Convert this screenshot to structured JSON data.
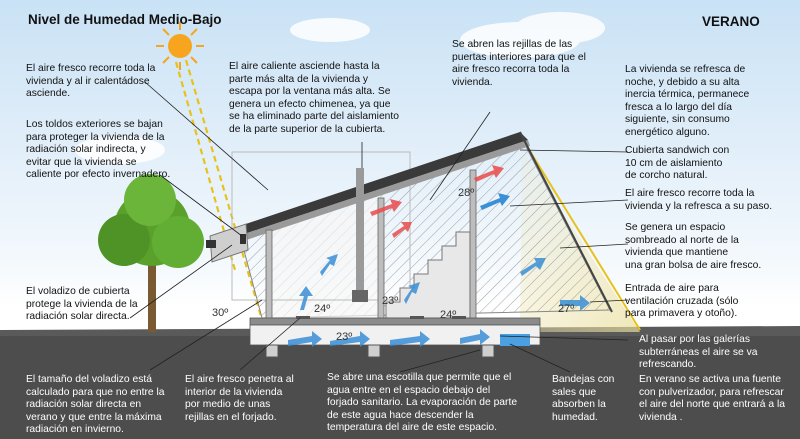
{
  "title": "Nivel de Humedad Medio-Bajo",
  "season": "VERANO",
  "temperatures": {
    "roof_peak": "28º",
    "outside_left": "30º",
    "living_left": "24º",
    "center": "23º",
    "floor_void": "23º",
    "living_right": "24º",
    "outside_right": "27º"
  },
  "notes": {
    "fresh_air_rises": "El aire fresco recorre toda la\nvivienda y al ir calentádose\nasciende.",
    "awnings": "Los toldos exteriores se bajan\npara proteger la vivienda de la\nradiación solar indirecta, y\nevitar que la vivienda se\ncaliente por  efecto invernadero.",
    "eave": "El voladizo de cubierta\nprotege la vivienda de la\nradiación solar directa.",
    "chimney_effect": "El aire caliente asciende hasta la\nparte más alta de la vivienda y\nescapa por la ventana más alta. Se\ngenera un efecto chimenea, ya que\nse ha eliminado parte del aislamiento\nde la parte superior de la cubierta.",
    "interior_grilles": "Se abren las rejillas de las\npuertas interiores para que el\naire fresco recorra toda la\nvivienda.",
    "night_cooling": "La vivienda se refresca de\nnoche, y debido a su alta\ninercia térmica, permanece\nfresca a lo largo del día\nsiguiente, sin consumo\nenergético alguno.",
    "sandwich_roof": "Cubierta sandwich con\n10 cm de aislamiento\nde corcho natural.",
    "fresh_air_passes": "El aire fresco recorre toda la\nvivienda y la refresca a su paso.",
    "north_shade": "Se genera un espacio\nsombreado al norte de la\nvivienda que mantiene\nuna gran bolsa de aire fresco.",
    "cross_ventilation": "Entrada de aire para\nventilación cruzada (sólo\npara primavera y otoño).",
    "galleries": "Al pasar por las galerías\nsubterráneas el aire se va\nrefrescando.",
    "fountain": "En verano se activa una fuente\ncon pulverizador, para refrescar\nel aire del norte que entrará a la\nvivienda .",
    "eave_size": "El tamaño del voladizo está\ncalculado para que no entre la\nradiación solar directa en\nverano y que entre la máxima\nradiación en invierno.",
    "floor_grilles": "El aire fresco penetra al\ninterior de la vivienda\npor medio de unas\nrejillas en el forjado.",
    "hatch_water": "Se abre una escotilla que permite que el\nagua entre  en el espacio debajo del\nforjado sanitario.  La evaporación de parte\nde este agua hace descender la\ntemperatura del  aire de este espacio.",
    "salt_trays": "Bandejas con\nsales que\nabsorben la\nhumedad."
  },
  "colors": {
    "sky": "#c9e2f5",
    "ground": "#4d4d4d",
    "sun": "#f7a51e",
    "sun_rays": "#e8c21a",
    "cool_air": "#3a8fd6",
    "warm_air": "#e84b4b",
    "tree": "#5aa12c"
  }
}
